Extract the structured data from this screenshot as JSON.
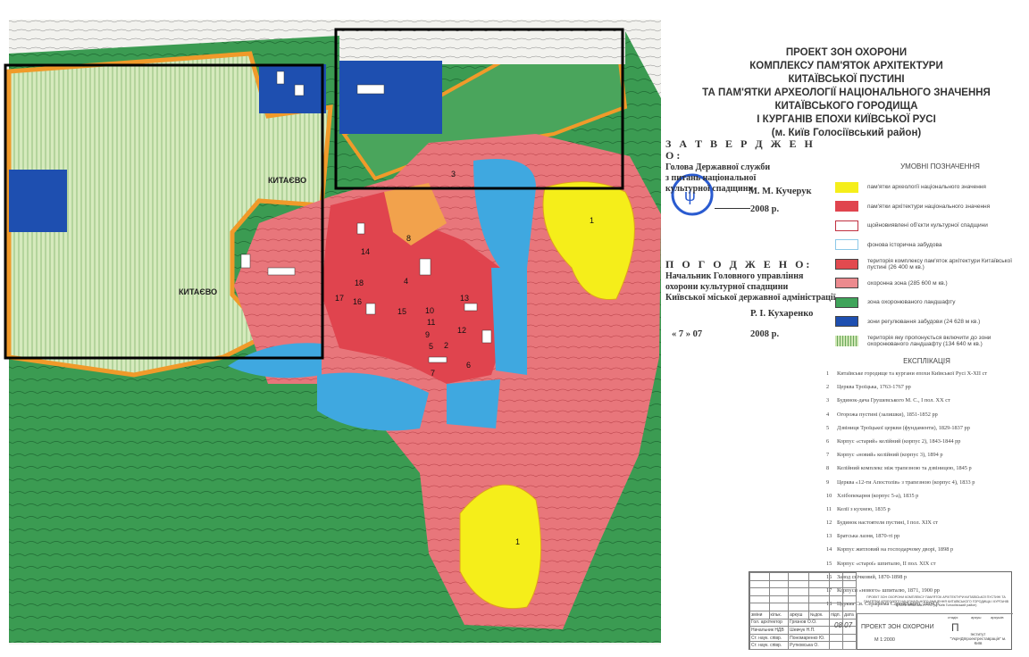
{
  "title": {
    "lines": [
      "ПРОЕКТ ЗОН ОХОРОНИ",
      "КОМПЛЕКСУ ПАМ'ЯТОК АРХІТЕКТУРИ",
      "КИТАЇВСЬКОЇ ПУСТИНІ",
      "ТА ПАМ'ЯТКИ АРХЕОЛОГІЇ НАЦІОНАЛЬНОГО ЗНАЧЕННЯ",
      "КИТАЇВСЬКОГО ГОРОДИЩА",
      "І КУРГАНІВ ЕПОХИ КИЇВСЬКОЇ РУСІ",
      "(м. Київ Голосіївський район)"
    ]
  },
  "approved": {
    "heading": "З А Т В Е Р Д Ж Е Н О:",
    "lines": [
      "Голова Державної служби",
      "з питань національної",
      "культурної спадщини"
    ],
    "signer": "М. М. Кучерук",
    "date": "2008 р."
  },
  "agreed": {
    "heading": "П О Г О Д Ж Е Н О:",
    "lines": [
      "Начальник Головного управління",
      "охорони культурної спадщини",
      "Київської міської державної адміністрації"
    ],
    "signer": "Р. І. Кухаренко",
    "date_prefix": "« 7 » 07",
    "date": "2008 р."
  },
  "legend": {
    "heading": "УМОВНІ ПОЗНАЧЕННЯ",
    "items": [
      {
        "label": "пам'ятки археології національного значення",
        "color": "#f5ee1a"
      },
      {
        "label": "пам'ятки архітектури національного значення",
        "color": "#e0444e"
      },
      {
        "label": "щойновиявлені об'єкти культурної спадщини",
        "color": "#ffffff"
      },
      {
        "label": "фонова історична забудова",
        "color": "#ffffff"
      },
      {
        "label": "територія комплексу пам'яток архітектури Китаївської пустині (26 400 м кв.)",
        "color": "#e24a4f"
      },
      {
        "label": "охоронна зона (285 600 м кв.)",
        "color": "#ec8a8e"
      },
      {
        "label": "зона охоронюваного ландшафту",
        "color": "#3fa45a"
      },
      {
        "label": "зони регулювання забудови (24 628 м кв.)",
        "color": "#1e4fb0"
      },
      {
        "label": "територія яку пропонується включити до зони охоронюваного ландшафту (134 640 м кв.)",
        "color": "#cfe6b4"
      }
    ]
  },
  "explication": {
    "heading": "ЕКСПЛІКАЦІЯ",
    "items": [
      "Китаївське городище та кургани епохи Київської Русі X-XII ст",
      "Церква Троїцька, 1763-1767 рр",
      "Будинок-дача Грушевського М. С., I пол. XX ст",
      "Огорожа пустині (залишки), 1851-1852 рр",
      "Дзвіниця Троїцької церкви (фундаменти), 1829-1837 рр",
      "Корпус «старий» келійний (корпус 2), 1843-1844 рр",
      "Корпус «новий» келійний (корпус 3), 1894 р",
      "Келійний комплекс між трапезною та дзвіницею, 1845 р",
      "Церква «12-ти Апостолів» з трапезною (корпус 4), 1833 р",
      "Хлібопекарня (корпус 5-а), 1835 р",
      "Келії з кухнею, 1835 р",
      "Будинок настоятеля пустині, I пол. XIX ст",
      "Братська лазня, 1870-ті рр",
      "Корпус житловий на господарчому дворі, 1898 р",
      "Корпус «старої» шпиталю, II пол. XIX ст",
      "Завод свічковий, 1870-1898 р",
      "Корпуси «нового» шпиталю, 1871, 1900 рр",
      "Церква Св. Серафима Саровського, 1904 р"
    ]
  },
  "title_block": {
    "header": "ПРОЕКТ ЗОН ОХОРОНИ КОМПЛЕКСУ ПАМ'ЯТОК АРХІТЕКТУРИ КИТАЇВСЬКОЇ ПУСТИНІ ТА ПАМ'ЯТКИ АРХЕОЛОГІЇ НАЦІОНАЛЬНОГО ЗНАЧЕННЯ КИТАЇВСЬКОГО ГОРОДИЩА І КУРГАНІВ ЕПОХИ КИЇВСЬКОЇ РУСІ (м. Київ Голосіївський район)",
    "name": "ПРОЕКТ ЗОН ОХОРОНИ",
    "scale": "М 1:2000",
    "stage_label": "стадія",
    "sheet_label": "аркуш",
    "sheets_label": "аркушів",
    "stage": "П",
    "institute": "Інститут \"УкрНДІпроектреставрація\" м. Київ",
    "col_headers": [
      "зміни",
      "кільк.",
      "аркуш",
      "№док.",
      "підп.",
      "дата"
    ],
    "staff": [
      [
        "Гол. архітектор",
        "Грязнов О.О."
      ],
      [
        "Начальник НДВ",
        "Шевчук Н.П."
      ],
      [
        "Ст. наук. співр.",
        "Пономаренко Ю."
      ],
      [
        "Ст. наук. співр.",
        "Рутковська О."
      ]
    ],
    "date_written": "08.07"
  },
  "map": {
    "place_labels": [
      "КИТАЄВО",
      "КИТАЄВО"
    ],
    "numbers": [
      "1",
      "1",
      "2",
      "3",
      "4",
      "5",
      "6",
      "7",
      "8",
      "9",
      "10",
      "11",
      "12",
      "13",
      "14",
      "15",
      "16",
      "17",
      "18"
    ]
  }
}
